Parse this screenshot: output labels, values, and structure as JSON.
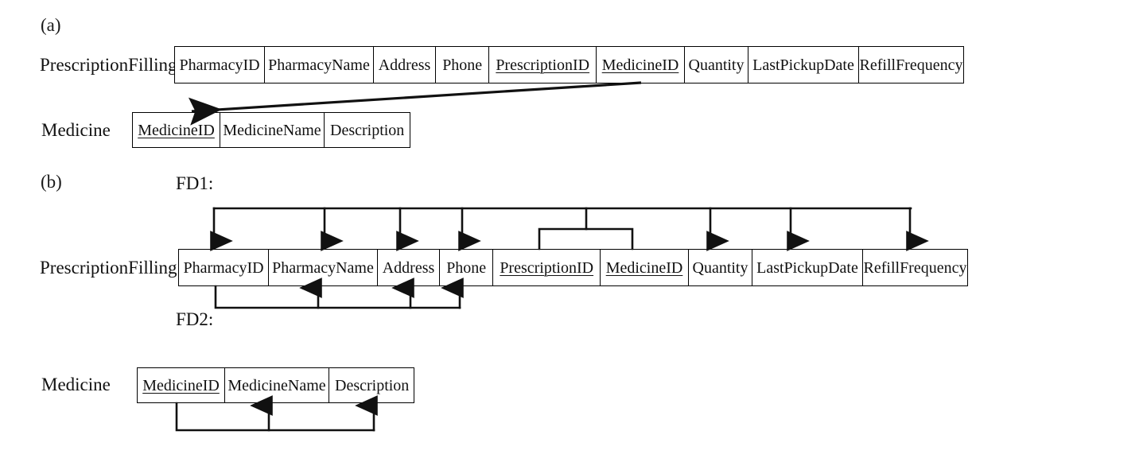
{
  "figure": {
    "panels": [
      {
        "letter": "(a)"
      },
      {
        "letter": "(b)"
      }
    ]
  },
  "panel_a": {
    "letter": "(a)",
    "relations": [
      {
        "name": "PrescriptionFilling",
        "attributes": [
          {
            "label": "PharmacyID",
            "key": false
          },
          {
            "label": "PharmacyName",
            "key": false
          },
          {
            "label": "Address",
            "key": false
          },
          {
            "label": "Phone",
            "key": false
          },
          {
            "label": "PrescriptionID",
            "key": true
          },
          {
            "label": "MedicineID",
            "key": true
          },
          {
            "label": "Quantity",
            "key": false
          },
          {
            "label": "LastPickupDate",
            "key": false
          },
          {
            "label": "RefillFrequency",
            "key": false
          }
        ]
      },
      {
        "name": "Medicine",
        "attributes": [
          {
            "label": "MedicineID",
            "key": true
          },
          {
            "label": "MedicineName",
            "key": false
          },
          {
            "label": "Description",
            "key": false
          }
        ]
      }
    ],
    "foreign_key": {
      "from_relation": "PrescriptionFilling",
      "from_attribute": "MedicineID",
      "to_relation": "Medicine",
      "to_attribute": "MedicineID"
    }
  },
  "panel_b": {
    "letter": "(b)",
    "fd_labels": [
      {
        "id": "FD1",
        "text": "FD1:"
      },
      {
        "id": "FD2",
        "text": "FD2:"
      }
    ],
    "relations": [
      {
        "name": "PrescriptionFilling",
        "attributes": [
          {
            "label": "PharmacyID",
            "key": false
          },
          {
            "label": "PharmacyName",
            "key": false
          },
          {
            "label": "Address",
            "key": false
          },
          {
            "label": "Phone",
            "key": false
          },
          {
            "label": "PrescriptionID",
            "key": true
          },
          {
            "label": "MedicineID",
            "key": true
          },
          {
            "label": "Quantity",
            "key": false
          },
          {
            "label": "LastPickupDate",
            "key": false
          },
          {
            "label": "RefillFrequency",
            "key": false
          }
        ]
      },
      {
        "name": "Medicine",
        "attributes": [
          {
            "label": "MedicineID",
            "key": true
          },
          {
            "label": "MedicineName",
            "key": false
          },
          {
            "label": "Description",
            "key": false
          }
        ]
      }
    ],
    "functional_dependencies": [
      {
        "id": "FD1",
        "relation": "PrescriptionFilling",
        "determinant": [
          "PrescriptionID",
          "MedicineID"
        ],
        "dependents": [
          "PharmacyID",
          "PharmacyName",
          "Address",
          "Phone",
          "Quantity",
          "LastPickupDate",
          "RefillFrequency"
        ]
      },
      {
        "id": "FD2",
        "relation": "PrescriptionFilling",
        "determinant": [
          "PharmacyID"
        ],
        "dependents": [
          "PharmacyName",
          "Address",
          "Phone"
        ]
      },
      {
        "id": "FD3",
        "relation": "Medicine",
        "determinant": [
          "MedicineID"
        ],
        "dependents": [
          "MedicineName",
          "Description"
        ]
      }
    ]
  },
  "style": {
    "line_color": "#111111",
    "background": "#ffffff"
  }
}
